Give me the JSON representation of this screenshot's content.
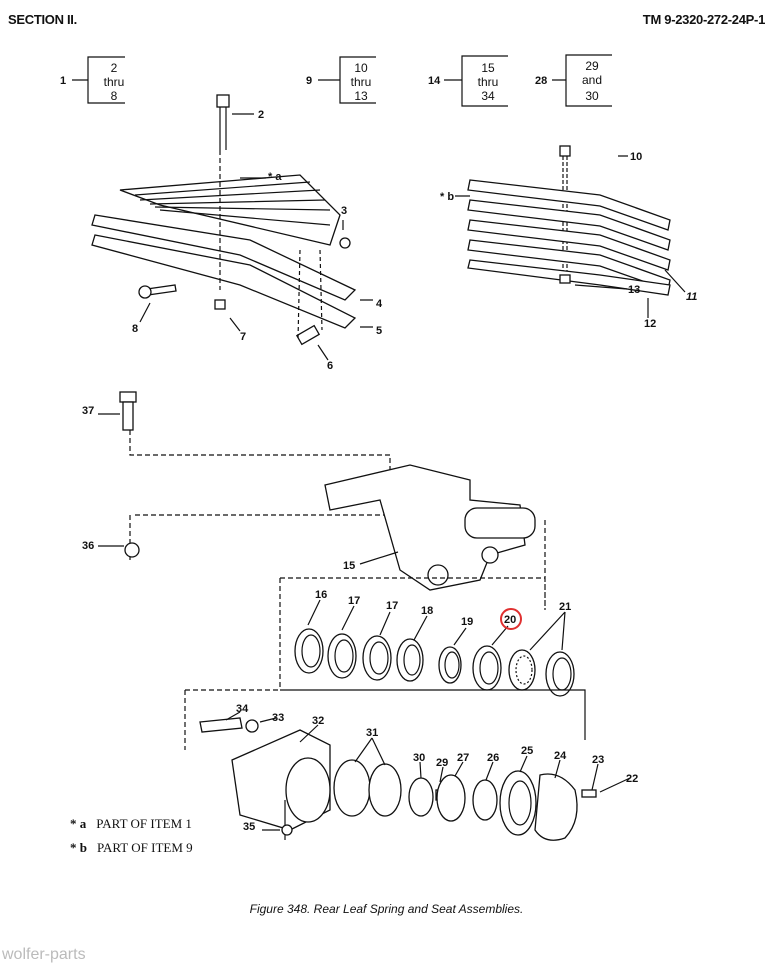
{
  "header": {
    "section": "SECTION II.",
    "manual": "TM 9-2320-272-24P-1"
  },
  "groups": [
    {
      "item": "1",
      "line1": "2",
      "line2": "thru",
      "line3": "8"
    },
    {
      "item": "9",
      "line1": "10",
      "line2": "thru",
      "line3": "13"
    },
    {
      "item": "14",
      "line1": "15",
      "line2": "thru",
      "line3": "34"
    },
    {
      "item": "28",
      "line1": "29",
      "line2": "and",
      "line3": "30"
    }
  ],
  "callouts": {
    "c2": "2",
    "c3": "3",
    "c4": "4",
    "c5": "5",
    "c6": "6",
    "c7": "7",
    "c8": "8",
    "ca": "* a",
    "c10": "10",
    "c11": "11",
    "c12": "12",
    "c13": "13",
    "cb": "* b",
    "c15": "15",
    "c16": "16",
    "c17a": "17",
    "c17b": "17",
    "c18": "18",
    "c19": "19",
    "c20": "20",
    "c21": "21",
    "c22": "22",
    "c23": "23",
    "c24": "24",
    "c25": "25",
    "c26": "26",
    "c27": "27",
    "c29": "29",
    "c30": "30",
    "c31": "31",
    "c32": "32",
    "c33": "33",
    "c34": "34",
    "c35": "35",
    "c36": "36",
    "c37": "37"
  },
  "highlight_color": "#e03030",
  "notes": [
    {
      "mark": "* a",
      "text": "PART OF ITEM 1"
    },
    {
      "mark": "* b",
      "text": "PART OF ITEM 9"
    }
  ],
  "caption": "Figure 348.  Rear Leaf Spring and Seat Assemblies.",
  "watermark": "wolfer-parts"
}
